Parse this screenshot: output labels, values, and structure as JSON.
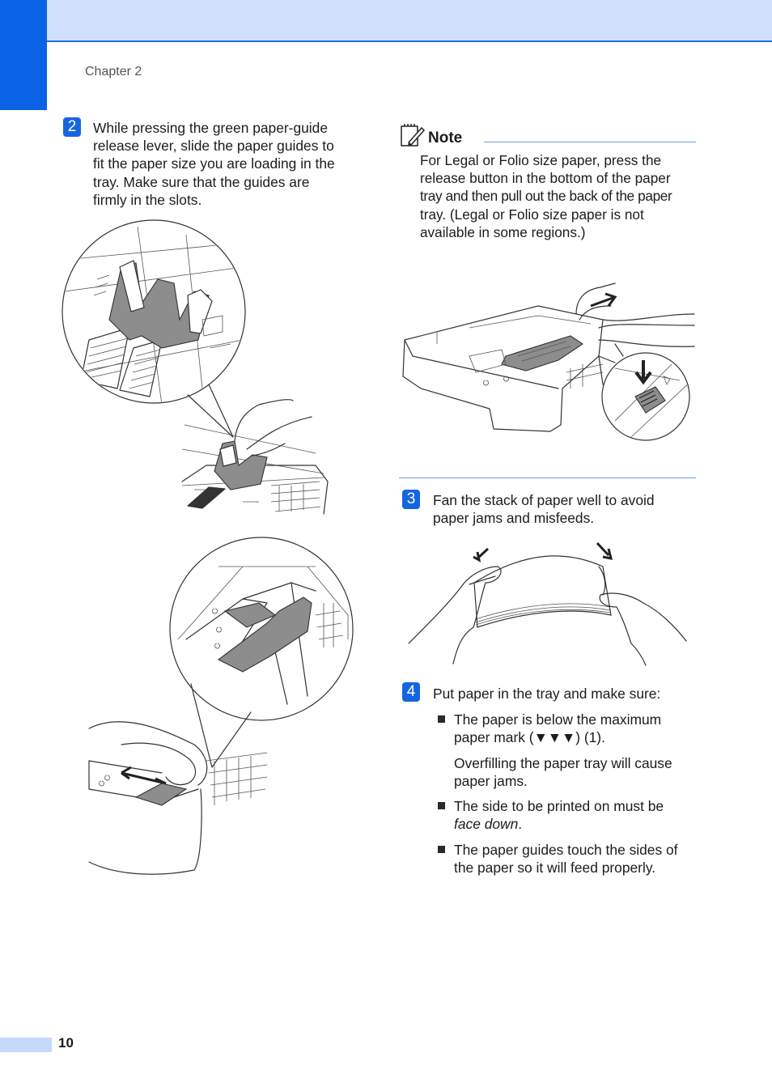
{
  "header": {
    "chapter": "Chapter 2"
  },
  "steps": {
    "step2": {
      "number": "2",
      "text": [
        "While pressing the green paper-guide",
        "release lever, slide the paper guides to",
        "fit the paper size you are loading in the",
        "tray. Make sure that the guides are",
        "firmly in the slots."
      ]
    },
    "note": {
      "title": "Note",
      "text": [
        "For Legal or Folio size paper, press the",
        "release button in the bottom of the paper",
        "tray and then pull out the back of the paper",
        "tray. (Legal or Folio size paper is not",
        "available in some regions.)"
      ]
    },
    "step3": {
      "number": "3",
      "text": [
        "Fan the stack of paper well to avoid",
        "paper jams and misfeeds."
      ]
    },
    "step4": {
      "number": "4",
      "text": "Put paper in the tray and make sure:",
      "bullets": [
        {
          "lines": [
            "The paper is below the maximum",
            "paper mark (▼▼▼) (1)."
          ]
        },
        {
          "lines": [
            "Overfilling the paper tray will cause",
            "paper jams."
          ]
        },
        {
          "pre": "The side to be printed on must be",
          "em": "face down",
          "post": "."
        },
        {
          "lines": [
            "The paper guides touch the sides of",
            "the paper so it will feed properly."
          ]
        }
      ]
    }
  },
  "footer": {
    "page_number": "10"
  },
  "colors": {
    "accent": "#0a62e6",
    "header_band": "#cfe0fb",
    "rule": "#6d9ee8"
  }
}
